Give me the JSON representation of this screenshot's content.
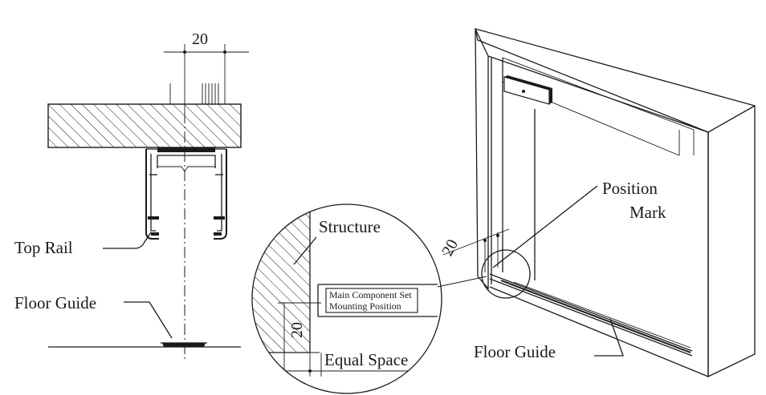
{
  "left_view": {
    "dimension_top": "20",
    "label_top_rail": "Top Rail",
    "label_floor_guide": "Floor Guide"
  },
  "detail_view": {
    "label_structure": "Structure",
    "box_line_1": "Main Component Set",
    "box_line_2": "Mounting  Position",
    "dimension_side": "20",
    "label_equal_space": "Equal Space"
  },
  "right_view": {
    "label_position_1": "Position",
    "label_position_2": "Mark",
    "dimension_mark": "20",
    "label_floor_guide": "Floor Guide"
  }
}
